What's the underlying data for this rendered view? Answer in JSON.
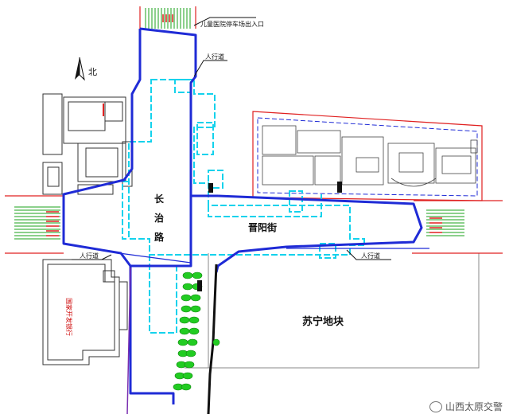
{
  "labels": {
    "north": "北",
    "hospital_entrance": "儿童医院停车场出入口",
    "sidewalk_top": "人行道",
    "sidewalk_left": "人行道",
    "sidewalk_right": "人行道",
    "street_changzhi": [
      "长",
      "治",
      "路"
    ],
    "street_jinyang": "晋阳街",
    "station_suning": "苏宁地块",
    "building_left": "国家开发银行"
  },
  "watermark": {
    "text": "山西太原交警"
  },
  "colors": {
    "road_blue": "#1f2bd6",
    "station_cyan": "#14d2ec",
    "boundary_red": "#e02020",
    "crosswalk_green": "#18a018",
    "tree_green": "#22cc22",
    "building_line": "#333333",
    "purple_line": "#7a2fb0",
    "gray_line": "#777777"
  }
}
